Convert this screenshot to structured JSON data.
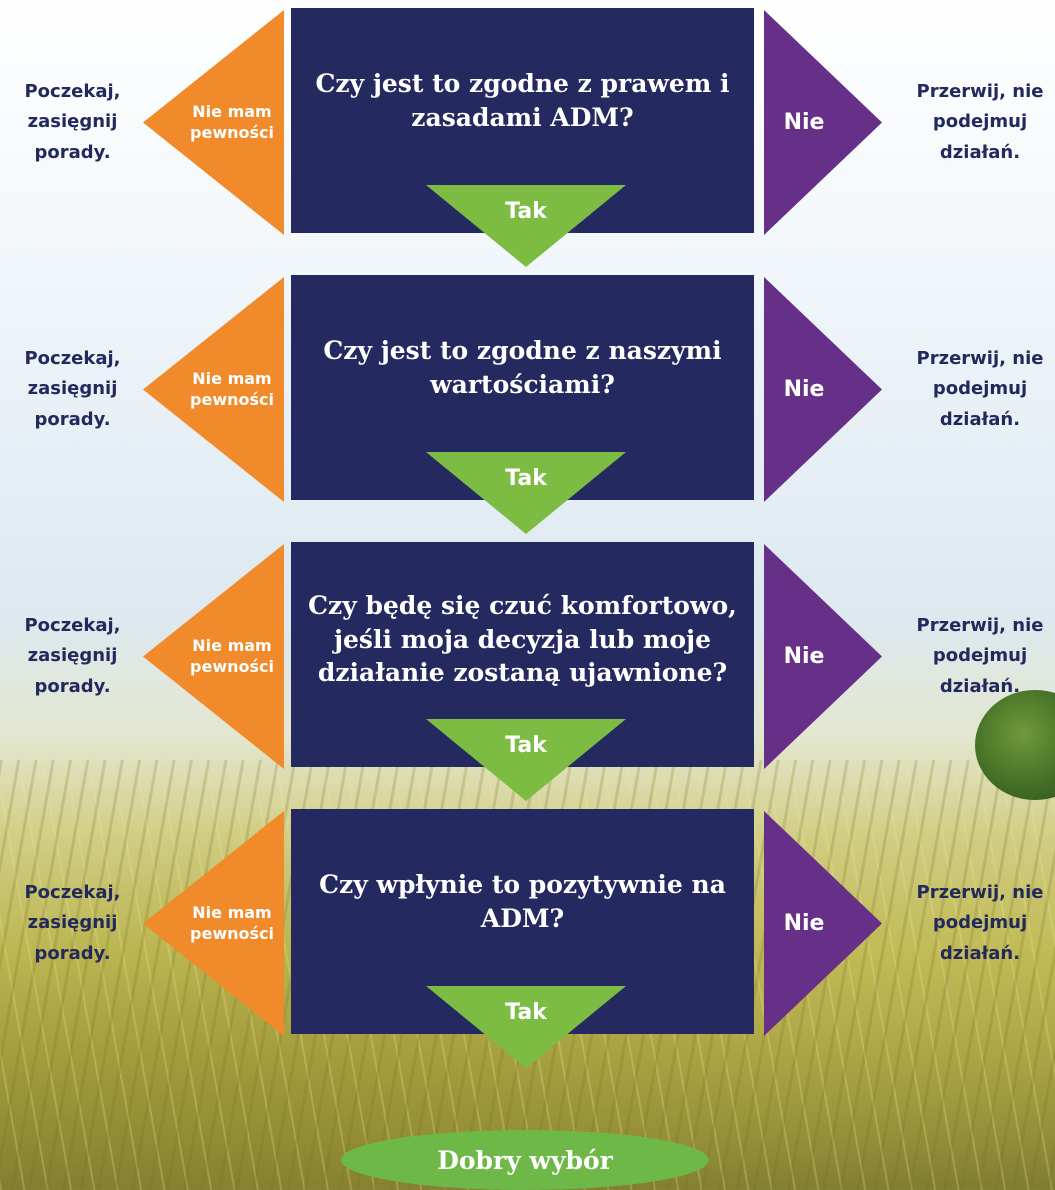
{
  "steps": [
    {
      "question": "Czy jest to zgodne z prawem i zasadami ADM?",
      "unsure": "Nie mam pewności",
      "wait": "Poczekaj, zasięgnij porady.",
      "no": "Nie",
      "stop": "Przerwij, nie podejmuj działań.",
      "yes": "Tak"
    },
    {
      "question": "Czy jest to zgodne z naszymi wartościami?",
      "unsure": "Nie mam pewności",
      "wait": "Poczekaj, zasięgnij porady.",
      "no": "Nie",
      "stop": "Przerwij, nie podejmuj działań.",
      "yes": "Tak"
    },
    {
      "question": "Czy będę się czuć komfortowo, jeśli moja decyzja lub moje działanie zostaną ujawnione?",
      "unsure": "Nie mam pewności",
      "wait": "Poczekaj, zasięgnij porady.",
      "no": "Nie",
      "stop": "Przerwij, nie podejmuj działań.",
      "yes": "Tak"
    },
    {
      "question": "Czy wpłynie to pozytywnie na ADM?",
      "unsure": "Nie mam pewności",
      "wait": "Poczekaj, zasięgnij porady.",
      "no": "Nie",
      "stop": "Przerwij, nie podejmuj działań.",
      "yes": "Tak"
    }
  ],
  "final": "Dobry wybór",
  "colors": {
    "question_box": "#242a60",
    "unsure_arrow": "#f08a2a",
    "no_arrow": "#673088",
    "yes_arrow": "#7cbc42",
    "final_oval": "#6db846",
    "side_text": "#23295d"
  }
}
